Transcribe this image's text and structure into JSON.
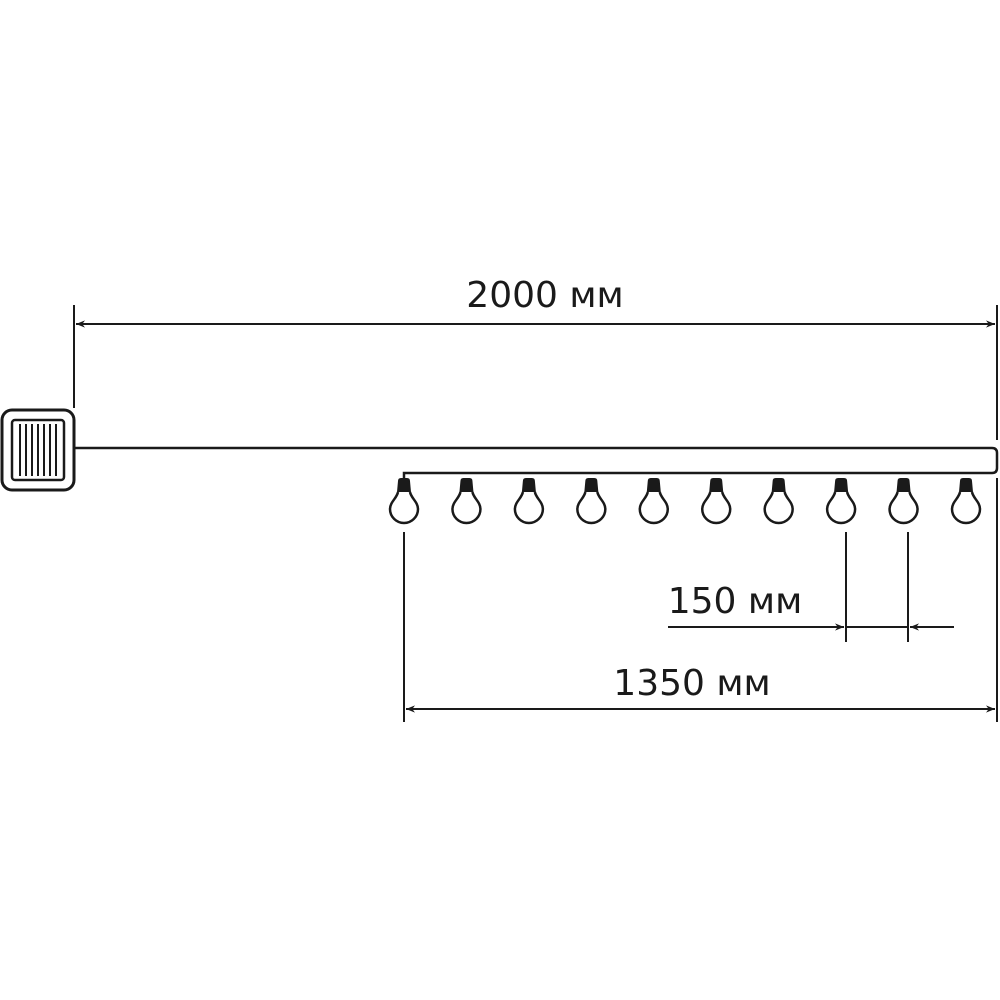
{
  "dimensions": {
    "total_length": "2000 мм",
    "bulb_spacing": "150 мм",
    "bulb_section_length": "1350 мм"
  },
  "bulb_count": 10,
  "colors": {
    "line": "#1a1a1a",
    "background": "#ffffff"
  },
  "icons": {
    "panel": "solar-panel-icon",
    "bulb": "light-bulb-icon"
  }
}
